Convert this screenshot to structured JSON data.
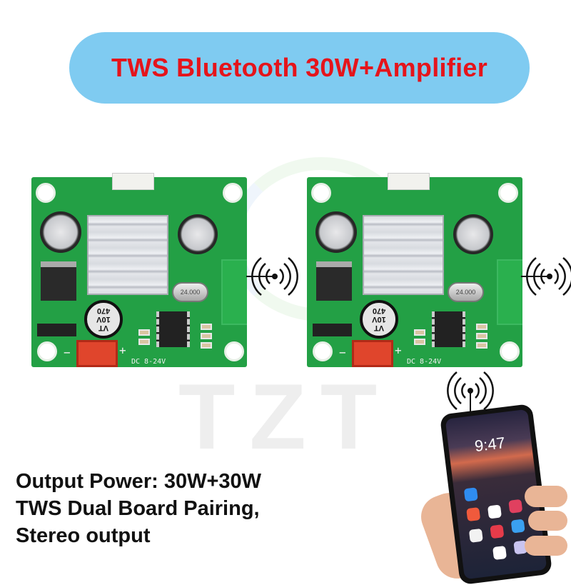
{
  "title": "TWS Bluetooth 30W+Amplifier",
  "watermark": "TZT",
  "boards": [
    {
      "cap_label": [
        "VT",
        "10V",
        "470"
      ],
      "crystal_label": "24.000",
      "dc_label": "DC  8-24V",
      "minus": "−",
      "plus": "+"
    },
    {
      "cap_label": [
        "VT",
        "10V",
        "470"
      ],
      "crystal_label": "24.000",
      "dc_label": "DC  8-24V",
      "minus": "−",
      "plus": "+"
    }
  ],
  "features": [
    "Output Power: 30W+30W",
    "TWS Dual Board Pairing,",
    "Stereo output"
  ],
  "phone": {
    "time": "9:47"
  },
  "colors": {
    "pill": "#7fcbf1",
    "title_text": "#e5141b",
    "pcb": "#23a045"
  },
  "icons": [
    "wireless-signal-icon"
  ]
}
